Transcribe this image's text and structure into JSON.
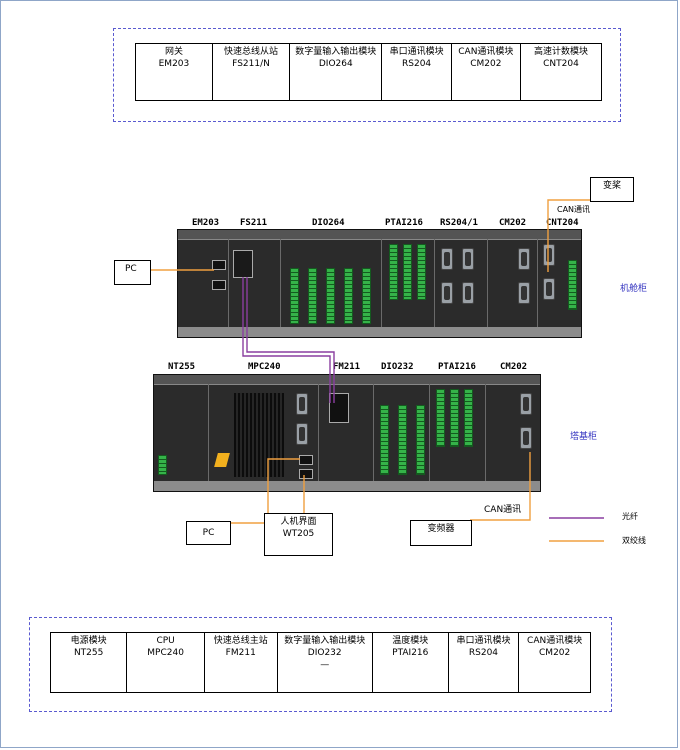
{
  "top_table": [
    {
      "cn": "网关",
      "code": "EM203"
    },
    {
      "cn": "快速总线从站",
      "code": "FS211/N"
    },
    {
      "cn": "数字量输入输出模块",
      "code": "DIO264"
    },
    {
      "cn": "串口通讯模块",
      "code": "RS204"
    },
    {
      "cn": "CAN通讯模块",
      "code": "CM202"
    },
    {
      "cn": "高速计数模块",
      "code": "CNT204"
    }
  ],
  "upper_rack": {
    "modules": [
      "EM203",
      "FS211",
      "DIO264",
      "PTAI216",
      "RS204/1",
      "CM202",
      "CNT204"
    ],
    "label": "机舱柜"
  },
  "lower_rack": {
    "modules": [
      "NT255",
      "MPC240",
      "FM211",
      "DIO232",
      "PTAI216",
      "CM202"
    ],
    "label": "塔基柜"
  },
  "ext_boxes": {
    "pc_upper": "PC",
    "pitch": "变桨",
    "pc_lower": "PC",
    "hmi_title": "人机界面",
    "hmi_code": "WT205",
    "inverter": "变频器"
  },
  "can_labels": {
    "upper": "CAN通讯",
    "lower": "CAN通讯"
  },
  "legend": [
    {
      "label": "光纤",
      "color": "#8a3ea0"
    },
    {
      "label": "双绞线",
      "color": "#f0a040"
    }
  ],
  "bottom_table": [
    {
      "cn": "电源模块",
      "code": "NT255",
      "extra": ""
    },
    {
      "cn": "CPU",
      "code": "MPC240",
      "extra": ""
    },
    {
      "cn": "快速总线主站",
      "code": "FM211",
      "extra": ""
    },
    {
      "cn": "数字量输入输出模块",
      "code": "DIO232",
      "extra": "—"
    },
    {
      "cn": "温度模块",
      "code": "PTAI216",
      "extra": ""
    },
    {
      "cn": "串口通讯模块",
      "code": "RS204",
      "extra": ""
    },
    {
      "cn": "CAN通讯模块",
      "code": "CM202",
      "extra": ""
    }
  ]
}
